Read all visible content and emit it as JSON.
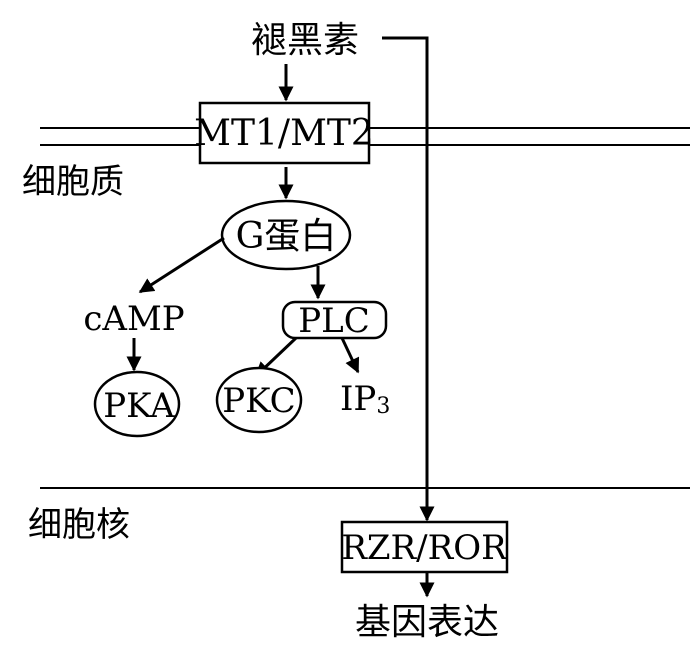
{
  "labels": {
    "melatonin": "褪黑素",
    "receptor": "MT1/MT2",
    "cytoplasm": "细胞质",
    "g_protein": "G蛋白",
    "camp": "cAMP",
    "plc": "PLC",
    "pka": "PKA",
    "pkc": "PKC",
    "ip3_main": "IP",
    "ip3_sub": "3",
    "nucleus": "细胞核",
    "rzr_ror": "RZR/ROR",
    "gene_expression": "基因表达"
  }
}
